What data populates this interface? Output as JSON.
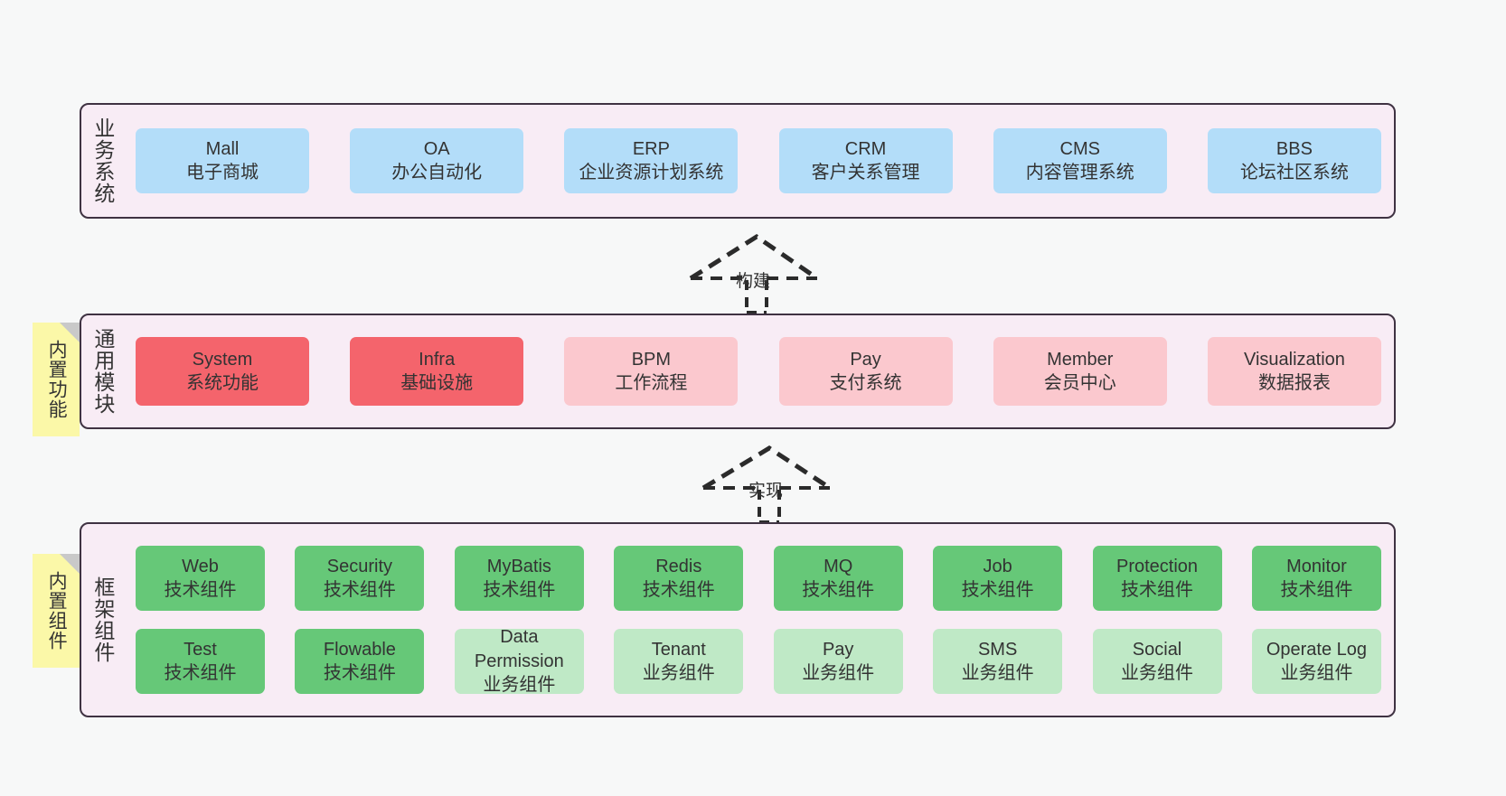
{
  "diagram": {
    "title": "system-architecture-layers",
    "background_color": "#f7f8f8",
    "layer_fill": "#f8ecf5",
    "layer_border": "#3f3242",
    "note_color": "#fbf8a8"
  },
  "layers": {
    "business": {
      "title": "业务系统",
      "card_color": "#b3ddf9",
      "cards": [
        {
          "name": "Mall",
          "desc": "电子商城"
        },
        {
          "name": "OA",
          "desc": "办公自动化"
        },
        {
          "name": "ERP",
          "desc": "企业资源计划系统"
        },
        {
          "name": "CRM",
          "desc": "客户关系管理"
        },
        {
          "name": "CMS",
          "desc": "内容管理系统"
        },
        {
          "name": "BBS",
          "desc": "论坛社区系统"
        }
      ]
    },
    "module": {
      "title": "通用模块",
      "note": "内置功能",
      "card_color_primary": "#f4646c",
      "card_color_secondary": "#fbc8ce",
      "cards": [
        {
          "name": "System",
          "desc": "系统功能",
          "variant": "primary"
        },
        {
          "name": "Infra",
          "desc": "基础设施",
          "variant": "primary"
        },
        {
          "name": "BPM",
          "desc": "工作流程",
          "variant": "secondary"
        },
        {
          "name": "Pay",
          "desc": "支付系统",
          "variant": "secondary"
        },
        {
          "name": "Member",
          "desc": "会员中心",
          "variant": "secondary"
        },
        {
          "name": "Visualization",
          "desc": "数据报表",
          "variant": "secondary"
        }
      ]
    },
    "framework": {
      "title": "框架组件",
      "note": "内置组件",
      "card_color_tech": "#66c878",
      "card_color_biz": "#bfe9c6",
      "row1": [
        {
          "name": "Web",
          "desc": "技术组件",
          "variant": "tech"
        },
        {
          "name": "Security",
          "desc": "技术组件",
          "variant": "tech"
        },
        {
          "name": "MyBatis",
          "desc": "技术组件",
          "variant": "tech"
        },
        {
          "name": "Redis",
          "desc": "技术组件",
          "variant": "tech"
        },
        {
          "name": "MQ",
          "desc": "技术组件",
          "variant": "tech"
        },
        {
          "name": "Job",
          "desc": "技术组件",
          "variant": "tech"
        },
        {
          "name": "Protection",
          "desc": "技术组件",
          "variant": "tech"
        },
        {
          "name": "Monitor",
          "desc": "技术组件",
          "variant": "tech"
        }
      ],
      "row2": [
        {
          "name": "Test",
          "desc": "技术组件",
          "variant": "tech"
        },
        {
          "name": "Flowable",
          "desc": "技术组件",
          "variant": "tech"
        },
        {
          "name": "Data Permission",
          "desc": "业务组件",
          "variant": "biz"
        },
        {
          "name": "Tenant",
          "desc": "业务组件",
          "variant": "biz"
        },
        {
          "name": "Pay",
          "desc": "业务组件",
          "variant": "biz"
        },
        {
          "name": "SMS",
          "desc": "业务组件",
          "variant": "biz"
        },
        {
          "name": "Social",
          "desc": "业务组件",
          "variant": "biz"
        },
        {
          "name": "Operate Log",
          "desc": "业务组件",
          "variant": "biz"
        }
      ]
    }
  },
  "connectors": [
    {
      "label": "构建",
      "from": "module",
      "to": "business",
      "style": "dashed-generalization"
    },
    {
      "label": "实现",
      "from": "framework",
      "to": "module",
      "style": "dashed-generalization"
    }
  ]
}
